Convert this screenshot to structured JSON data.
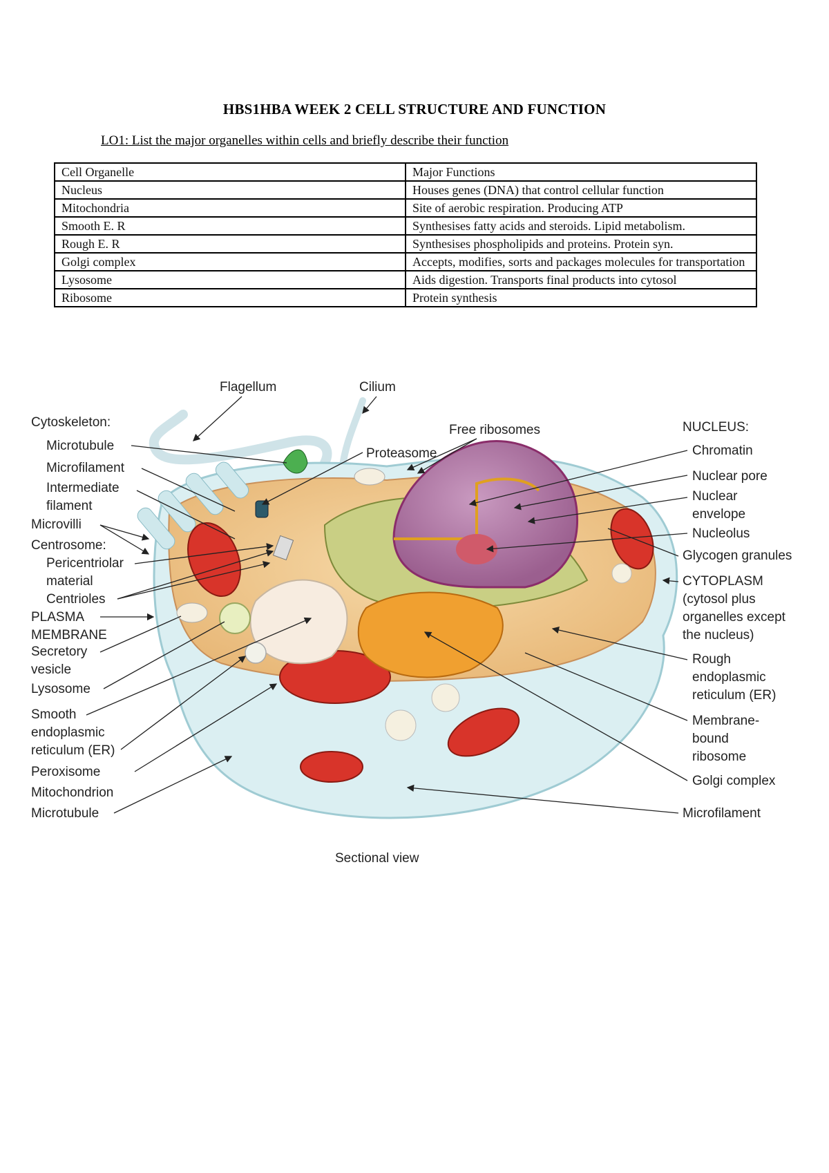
{
  "document": {
    "title": "HBS1HBA WEEK 2 CELL STRUCTURE AND FUNCTION",
    "subtitle": "LO1: List the major organelles within cells and briefly describe their function"
  },
  "table": {
    "headers": [
      "Cell Organelle",
      "Major Functions"
    ],
    "rows": [
      {
        "organelle": "Nucleus",
        "function": "Houses genes (DNA) that control cellular function"
      },
      {
        "organelle": "Mitochondria",
        "function": "Site of aerobic respiration. Producing ATP"
      },
      {
        "organelle": "Smooth E. R",
        "function": "Synthesises fatty acids and steroids. Lipid metabolism."
      },
      {
        "organelle": "Rough E. R",
        "function": "Synthesises phospholipids and proteins. Protein syn."
      },
      {
        "organelle": "Golgi complex",
        "function": "Accepts, modifies, sorts and packages molecules for transportation"
      },
      {
        "organelle": "Lysosome",
        "function": "Aids digestion. Transports final products into cytosol"
      },
      {
        "organelle": "Ribosome",
        "function": "Protein synthesis"
      }
    ]
  },
  "diagram": {
    "caption": "Sectional view",
    "top_labels": {
      "flagellum": "Flagellum",
      "cilium": "Cilium"
    },
    "left_labels": {
      "cytoskeleton": "Cytoskeleton:",
      "microtubule_top": "Microtubule",
      "microfilament_left": "Microfilament",
      "intermediate_1": "Intermediate",
      "intermediate_2": "filament",
      "microvilli": "Microvilli",
      "centrosome": "Centrosome:",
      "pericentriolar_1": "Pericentriolar",
      "pericentriolar_2": "material",
      "centrioles": "Centrioles",
      "plasma_1": "PLASMA",
      "plasma_2": "MEMBRANE",
      "secretory_1": "Secretory",
      "secretory_2": "vesicle",
      "lysosome": "Lysosome",
      "smooth_1": "Smooth",
      "smooth_2": "endoplasmic",
      "smooth_3": "reticulum (ER)",
      "peroxisome": "Peroxisome",
      "mitochondrion": "Mitochondrion",
      "microtubule_bottom": "Microtubule"
    },
    "mid_labels": {
      "proteasome": "Proteasome",
      "free_ribosomes": "Free ribosomes"
    },
    "right_labels": {
      "nucleus": "NUCLEUS:",
      "chromatin": "Chromatin",
      "nuclear_pore": "Nuclear pore",
      "nuclear_env_1": "Nuclear",
      "nuclear_env_2": "envelope",
      "nucleolus": "Nucleolus",
      "glycogen": "Glycogen granules",
      "cytoplasm_1": "CYTOPLASM",
      "cytoplasm_2": "(cytosol plus",
      "cytoplasm_3": "organelles except",
      "cytoplasm_4": "the nucleus)",
      "rough_1": "Rough",
      "rough_2": "endoplasmic",
      "rough_3": "reticulum (ER)",
      "membrane_bound_1": "Membrane-",
      "membrane_bound_2": "bound",
      "membrane_bound_3": "ribosome",
      "golgi": "Golgi complex",
      "microfilament_right": "Microfilament"
    }
  }
}
